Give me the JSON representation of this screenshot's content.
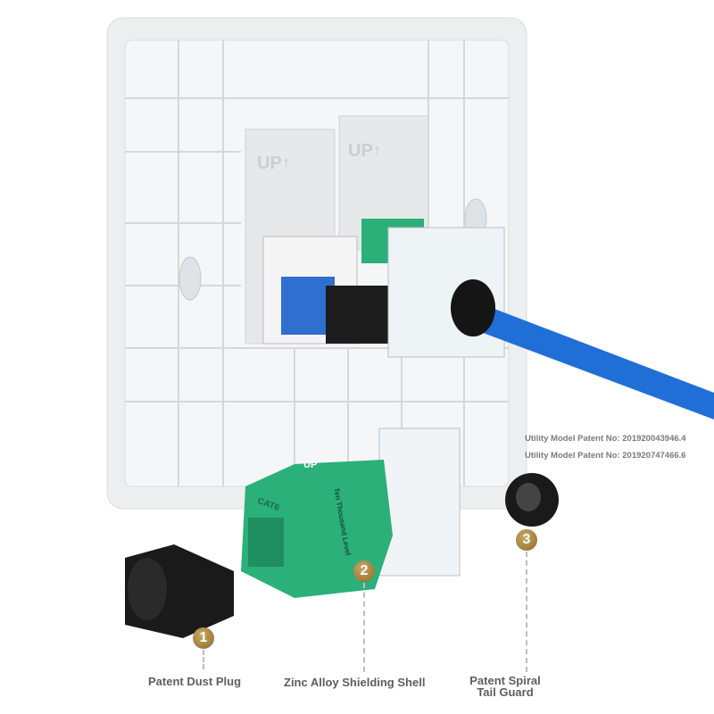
{
  "patents": [
    "Utility Model Patent No: 201920043946.4",
    "Utility Model Patent No: 201920747466.6"
  ],
  "callouts": [
    {
      "number": "1",
      "label": "Patent Dust Plug"
    },
    {
      "number": "2",
      "label": "Zinc Alloy Shielding Shell"
    },
    {
      "number": "3",
      "label_line1": "Patent Spiral",
      "label_line2": "Tail Guard"
    }
  ],
  "plate_text": {
    "up_left": "UP↑",
    "up_right": "UP↑"
  },
  "module_text": {
    "cat": "CAT6",
    "level": "Ten Thousand Level",
    "up": "UP"
  },
  "colors": {
    "cable": "#1f6fd6",
    "module_green": "#2bb07a",
    "plate": "#f2f3f4",
    "badge": "#a8884a"
  }
}
